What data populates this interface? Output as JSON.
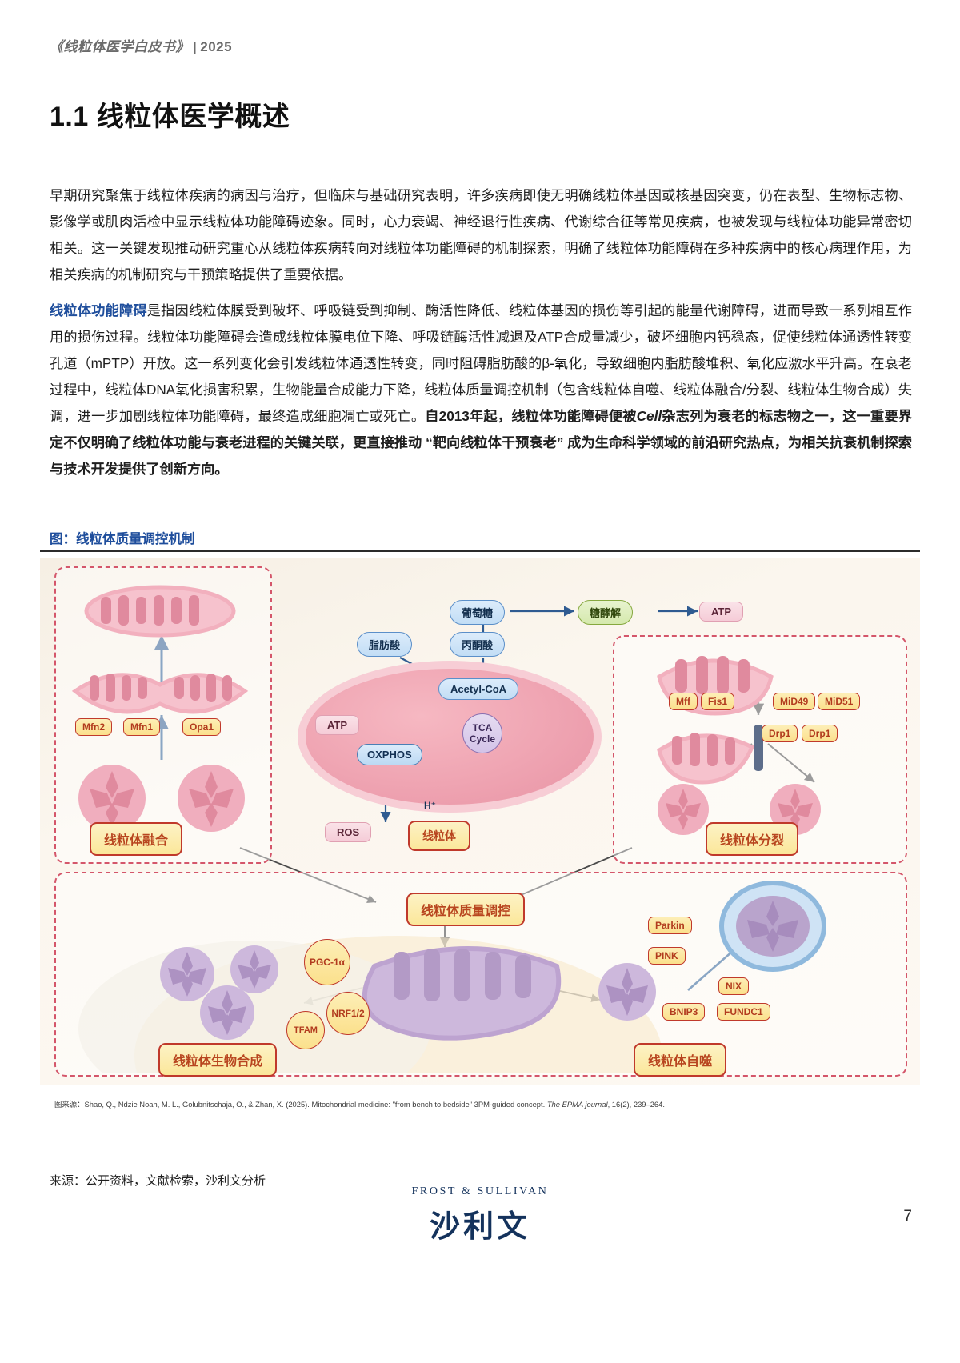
{
  "header": {
    "title": "《线粒体医学白皮书》",
    "separator": "|",
    "year": "2025"
  },
  "section": {
    "number_title": "1.1 线粒体医学概述"
  },
  "paragraphs": {
    "p1": "早期研究聚焦于线粒体疾病的病因与治疗，但临床与基础研究表明，许多疾病即使无明确线粒体基因或核基因突变，仍在表型、生物标志物、影像学或肌肉活检中显示线粒体功能障碍迹象。同时，心力衰竭、神经退行性疾病、代谢综合征等常见疾病，也被发现与线粒体功能异常密切相关。这一关键发现推动研究重心从线粒体疾病转向对线粒体功能障碍的机制探索，明确了线粒体功能障碍在多种疾病中的核心病理作用，为相关疾病的机制研究与干预策略提供了重要依据。",
    "p2_keyword": "线粒体功能障碍",
    "p2_rest": "是指因线粒体膜受到破坏、呼吸链受到抑制、酶活性降低、线粒体基因的损伤等引起的能量代谢障碍，进而导致一系列相互作用的损伤过程。线粒体功能障碍会造成线粒体膜电位下降、呼吸链酶活性减退及ATP合成量减少，破坏细胞内钙稳态，促使线粒体通透性转变孔道（mPTP）开放。这一系列变化会引发线粒体通透性转变，同时阻碍脂肪酸的β-氧化，导致细胞内脂肪酸堆积、氧化应激水平升高。在衰老过程中，线粒体DNA氧化损害积累，生物能量合成能力下降，线粒体质量调控机制（包含线粒体自噬、线粒体融合/分裂、线粒体生物合成）失调，进一步加剧线粒体功能障碍，最终造成细胞凋亡或死亡。",
    "p2_bold_a": "自2013年起，线粒体功能障碍便被",
    "p2_bold_cell": "Cell",
    "p2_bold_b": "杂志列为衰老的标志物之一，这一重要界定不仅明确了线粒体功能与衰老进程的关键关联，更直接推动 “靶向线粒体干预衰老” 成为生命科学领域的前沿研究热点，为相关抗衰机制探索与技术开发提供了创新方向。"
  },
  "figure": {
    "title": "图：线粒体质量调控机制",
    "nodes": {
      "glucose": "葡萄糖",
      "glycolysis": "糖酵解",
      "atp_top": "ATP",
      "fatty_acid": "脂肪酸",
      "pyruvate": "丙酮酸",
      "acetyl_coa": "Acetyl-CoA",
      "tca_line1": "TCA",
      "tca_line2": "Cycle",
      "atp_left": "ATP",
      "oxphos": "OXPHOS",
      "ros": "ROS",
      "proton": "H⁺",
      "mitochondrion": "线粒体"
    },
    "fusion_panel": {
      "caption": "线粒体融合",
      "genes": [
        "Mfn2",
        "Mfn1",
        "Opa1"
      ]
    },
    "fission_panel": {
      "caption": "线粒体分裂",
      "genes": [
        "Mff",
        "Fis1",
        "MiD49",
        "MiD51",
        "Drp1",
        "Drp1"
      ]
    },
    "bottom_panel": {
      "quality_control": "线粒体质量调控",
      "biogenesis_caption": "线粒体生物合成",
      "mitophagy_caption": "线粒体自噬",
      "biogenesis_genes": [
        "PGC-1α",
        "NRF1/2",
        "TFAM"
      ],
      "mitophagy_genes": [
        "Parkin",
        "PINK",
        "NIX",
        "BNIP3",
        "FUNDC1"
      ]
    },
    "citation_label": "图来源：",
    "citation_authors": "Shao, Q., Ndzie Noah, M. L., Golubnitschaja, O., & Zhan, X. (2025). Mitochondrial medicine: \"from bench to bedside\" 3PM-guided concept. ",
    "citation_journal": "The EPMA journal",
    "citation_tail": ", 16(2), 239–264."
  },
  "footer": {
    "source": "来源：公开资料，文献检索，沙利文分析",
    "page_number": "7",
    "logo_en": "FROST  &  SULLIVAN",
    "logo_cn": "沙利文"
  },
  "colors": {
    "accent_blue": "#1f4e9c",
    "figure_red": "#c0392b",
    "gene_yellow": "#fbe08c"
  }
}
